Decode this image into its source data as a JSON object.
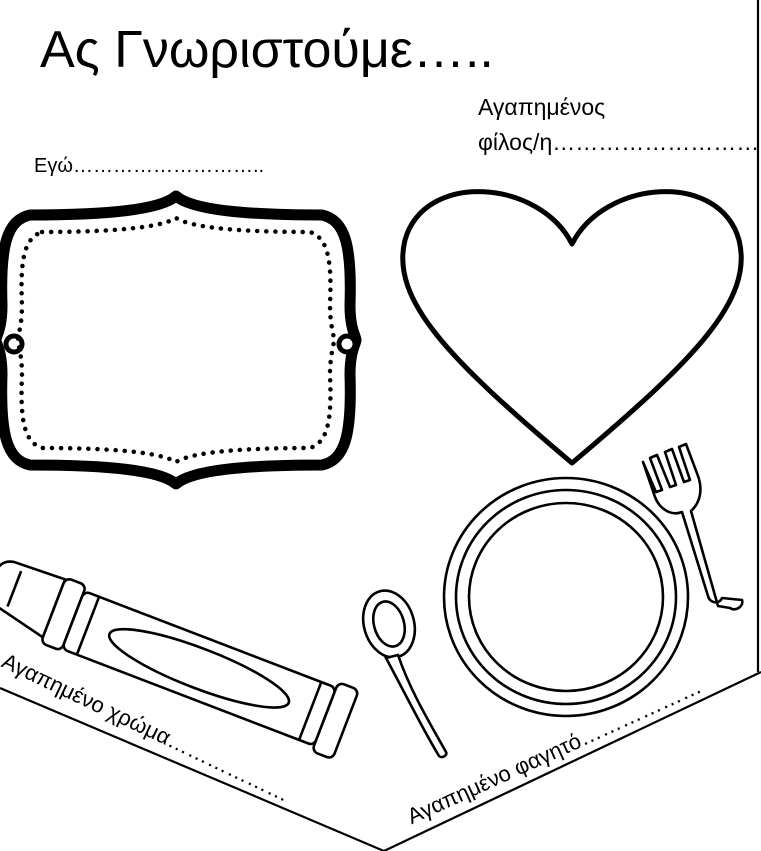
{
  "worksheet": {
    "title": "Ας Γνωριστούμε…..",
    "me_label": "Εγώ………………………..",
    "friend_label_line1": "Αγαπημένος",
    "friend_label_line2": "φίλος/η………………………",
    "color_label": "Αγαπημένο χρώμα………………",
    "food_label": "Αγαπημένο φαγητό………………"
  },
  "icons": {
    "frame": "ornate-frame-icon",
    "heart": "heart-icon",
    "crayon": "crayon-icon",
    "spoon": "spoon-icon",
    "plate": "plate-icon",
    "fork": "fork-icon"
  },
  "colors": {
    "ink": "#000000",
    "paper": "#ffffff"
  }
}
